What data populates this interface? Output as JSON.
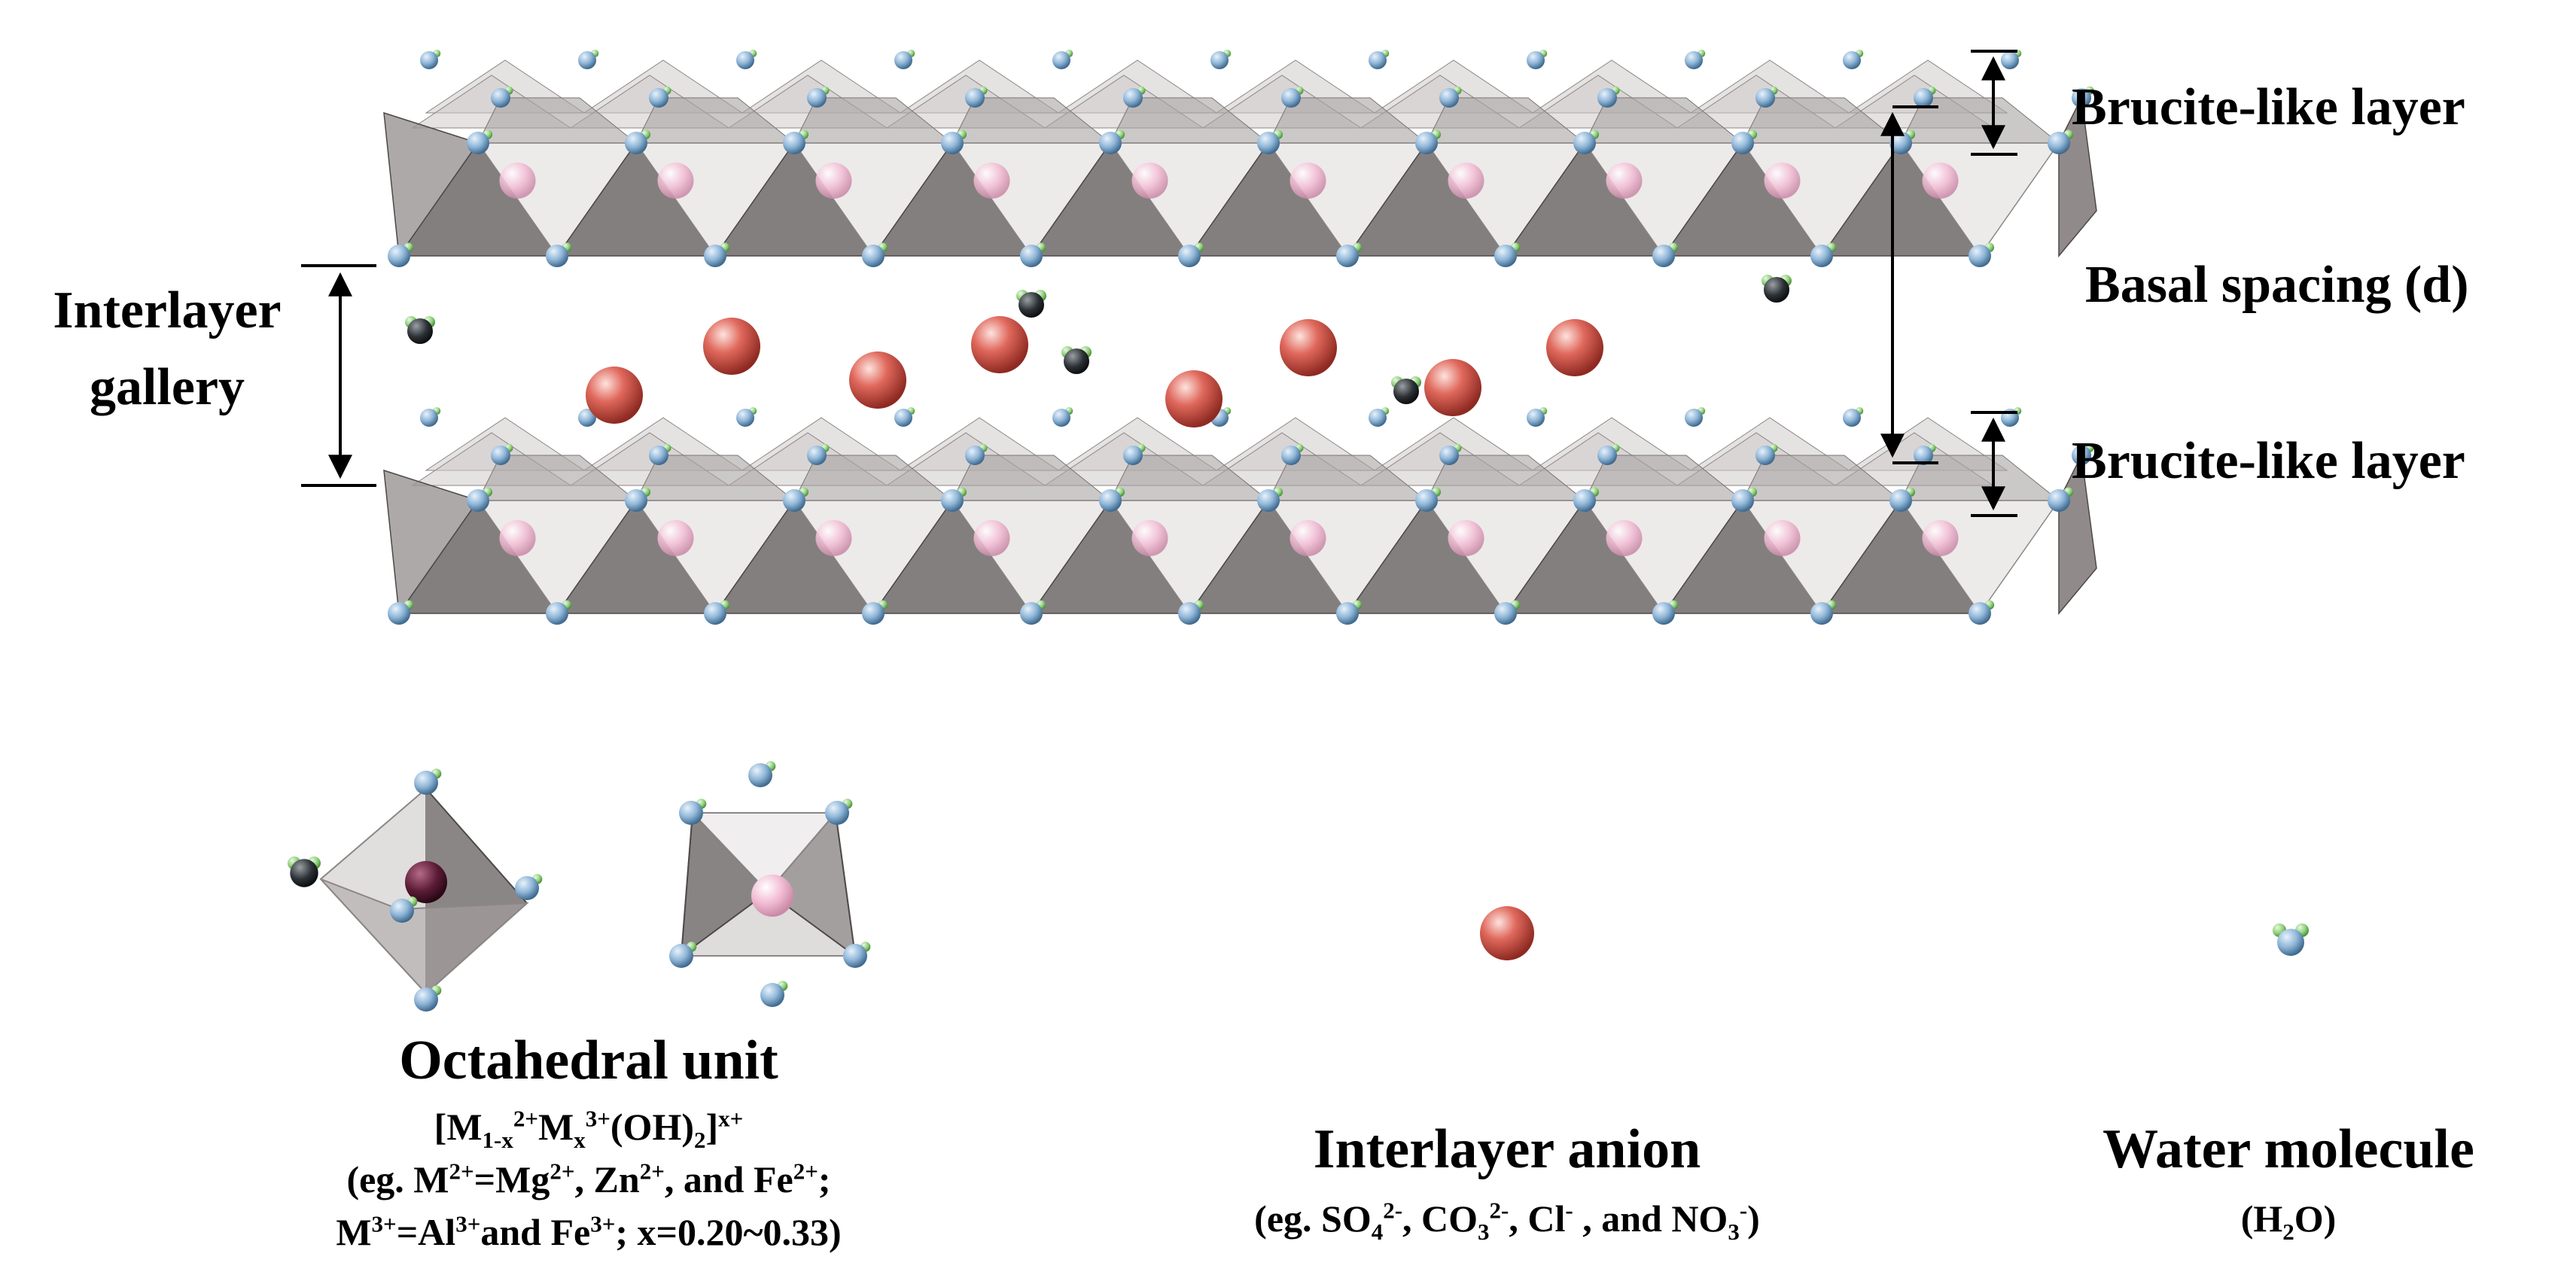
{
  "diagram": {
    "labels": {
      "brucite_top": "Brucite-like layer",
      "brucite_bottom": "Brucite-like layer",
      "basal_spacing": "Basal spacing (d)",
      "interlayer_gallery_line1": "Interlayer",
      "interlayer_gallery_line2": "gallery"
    },
    "legend": {
      "octahedral": {
        "title": "Octahedral unit",
        "formula": {
          "open": "[M",
          "sub1": "1-x",
          "sup1": "2+",
          "m2": "M",
          "sub2": "x",
          "sup2": "3+",
          "oh": "(OH)",
          "sub3": "2",
          "close": "]",
          "sup3": "x+"
        },
        "example_line1": {
          "a": "(eg. M",
          "a_sup": "2+",
          "b": "=Mg",
          "b_sup": "2+",
          "c": ", Zn",
          "c_sup": "2+",
          "d": ", and Fe",
          "d_sup": "2+",
          "e": ";"
        },
        "example_line2": {
          "a": "M",
          "a_sup": "3+",
          "b": "=Al",
          "b_sup": "3+",
          "c": "and Fe",
          "c_sup": "3+",
          "d": "; x=0.20~0.33)"
        }
      },
      "anion": {
        "title": "Interlayer anion",
        "examples": {
          "a": "(eg. SO",
          "a_sub": "4",
          "a_sup": "2-",
          "b": ", CO",
          "b_sub": "3",
          "b_sup": "2-",
          "c": ", Cl",
          "c_sup": "-",
          "d": " , and NO",
          "d_sub": "3",
          "d_sup": "-",
          "e": ")"
        }
      },
      "water": {
        "title": "Water molecule",
        "formula": {
          "a": "(H",
          "sub": "2",
          "b": "O)"
        }
      }
    },
    "colors": {
      "octahedron_dark": "#6e6868",
      "octahedron_light": "#d9d6d6",
      "metal_pink": "#f2bcd4",
      "oxygen_blue": "#8fb6d8",
      "hydrogen_green": "#8fd07a",
      "anion_red": "#e0685c"
    }
  }
}
